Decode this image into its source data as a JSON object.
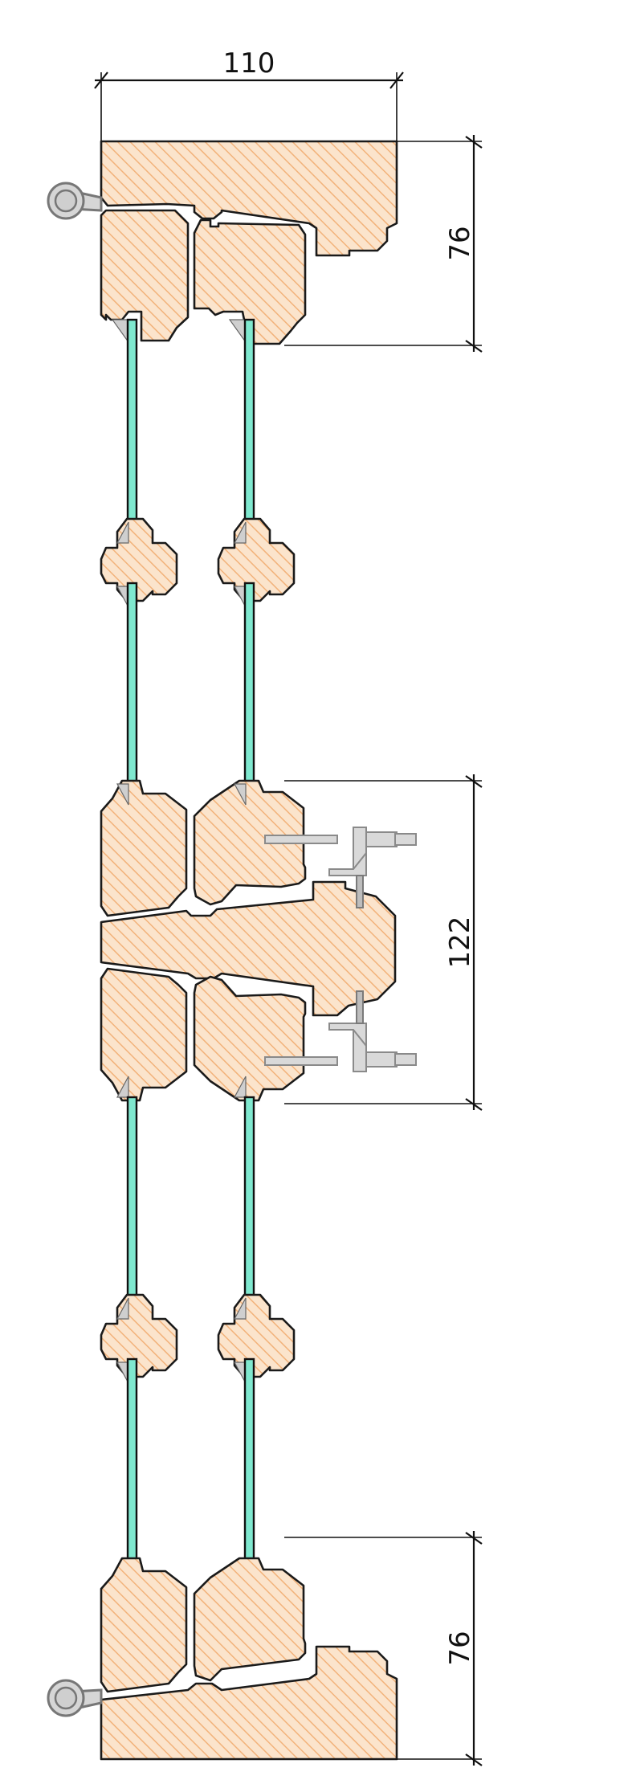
{
  "dimensions": {
    "width_label": "110",
    "top_height_label": "76",
    "middle_height_label": "122",
    "bottom_height_label": "76"
  },
  "colors": {
    "wood_fill": "#fbe4cc",
    "wood_hatch": "#f2b27a",
    "glass": "#7fe8cf",
    "seal": "#cfcfcf",
    "hardware": "#d9d9d9"
  },
  "icons": {
    "hinge": "hinge-icon",
    "handle": "espagnolette-handle-icon"
  }
}
